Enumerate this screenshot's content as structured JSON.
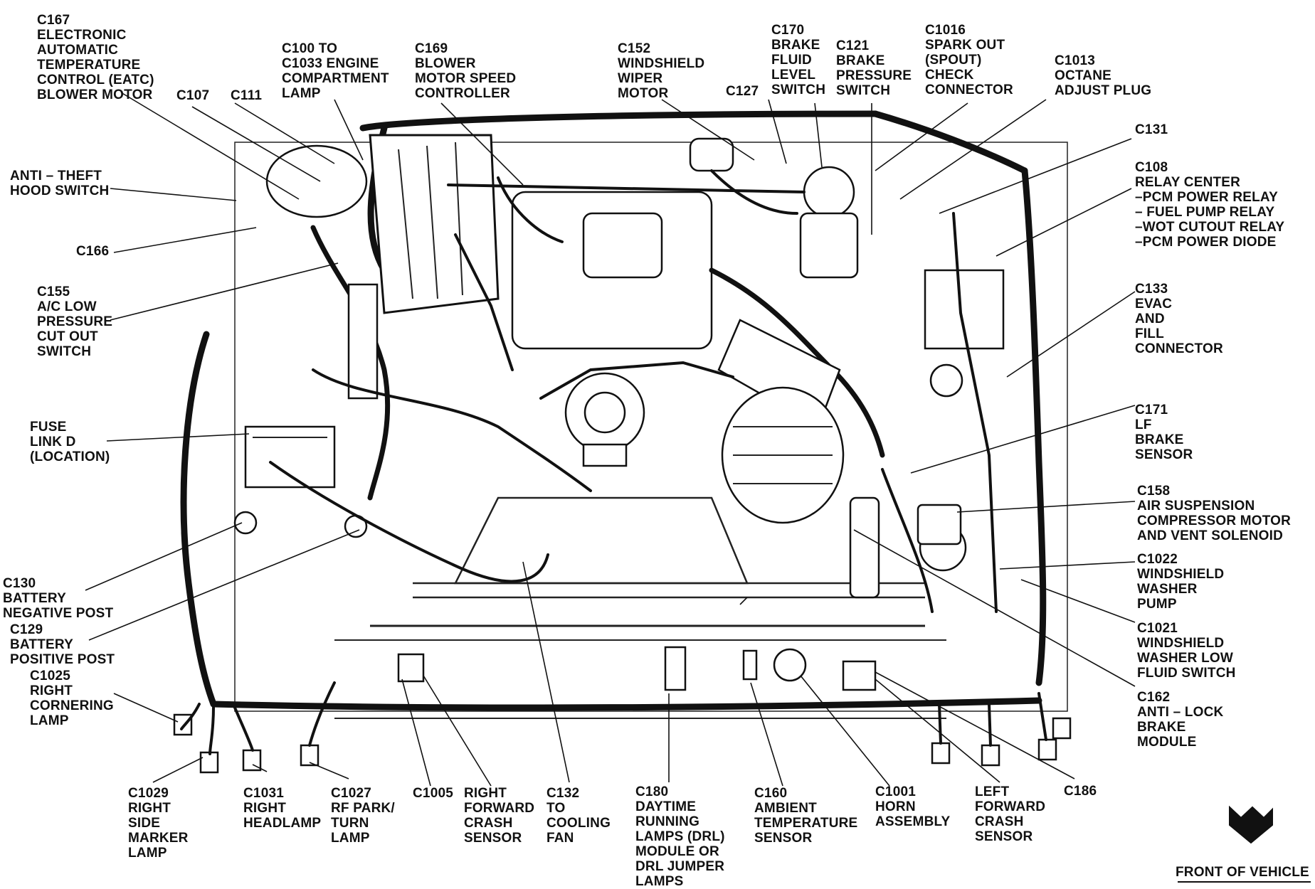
{
  "labels": {
    "c167": "C167\nELECTRONIC\nAUTOMATIC\nTEMPERATURE\nCONTROL (EATC)\nBLOWER MOTOR",
    "c100": "C100 TO\nC1033 ENGINE\nCOMPARTMENT\nLAMP",
    "c169": "C169\nBLOWER\nMOTOR SPEED\nCONTROLLER",
    "c152": "C152\nWINDSHIELD\nWIPER\nMOTOR",
    "c170": "C170\nBRAKE\nFLUID\nLEVEL\nSWITCH",
    "c121": "C121\nBRAKE\nPRESSURE\nSWITCH",
    "c1016": "C1016\nSPARK OUT\n(SPOUT)\nCHECK\nCONNECTOR",
    "c1013": "C1013\nOCTANE\nADJUST PLUG",
    "c107": "C107",
    "c111": "C111",
    "c127": "C127",
    "c131": "C131",
    "c108": "C108\nRELAY CENTER\n–PCM POWER RELAY\n– FUEL PUMP RELAY\n–WOT CUTOUT RELAY\n–PCM POWER DIODE",
    "anti_theft": "ANTI – THEFT\nHOOD SWITCH",
    "c166": "C166",
    "c155": "C155\nA/C LOW\nPRESSURE\nCUT OUT\nSWITCH",
    "c133": "C133\nEVAC\nAND\nFILL\nCONNECTOR",
    "fuse": "FUSE\nLINK D\n(LOCATION)",
    "c171": "C171\nLF\nBRAKE\nSENSOR",
    "c158": "C158\nAIR SUSPENSION\nCOMPRESSOR MOTOR\nAND VENT SOLENOID",
    "c1022": "C1022\nWINDSHIELD\nWASHER\nPUMP",
    "c130": "C130\nBATTERY\nNEGATIVE POST",
    "c129": "C129\nBATTERY\nPOSITIVE POST",
    "c1021": "C1021\nWINDSHIELD\nWASHER LOW\nFLUID SWITCH",
    "c1025": "C1025\nRIGHT\nCORNERING\nLAMP",
    "c162": "C162\nANTI – LOCK\nBRAKE\nMODULE",
    "c1029": "C1029\nRIGHT\nSIDE\nMARKER\nLAMP",
    "c1031": "C1031\nRIGHT\nHEADLAMP",
    "c1027": "C1027\nRF PARK/\nTURN\nLAMP",
    "c1005": "C1005",
    "rfcs": "RIGHT\nFORWARD\nCRASH\nSENSOR",
    "c132": "C132\nTO\nCOOLING\nFAN",
    "c180": "C180\nDAYTIME\nRUNNING\nLAMPS (DRL)\nMODULE OR\nDRL JUMPER\nLAMPS",
    "c160": "C160\nAMBIENT\nTEMPERATURE\nSENSOR",
    "c1001": "C1001\nHORN\nASSEMBLY",
    "lfcs": "LEFT\nFORWARD\nCRASH\nSENSOR",
    "c186": "C186",
    "front": "FRONT OF VEHICLE"
  },
  "icons": {
    "front_arrow": "front-of-vehicle-arrow-icon"
  }
}
